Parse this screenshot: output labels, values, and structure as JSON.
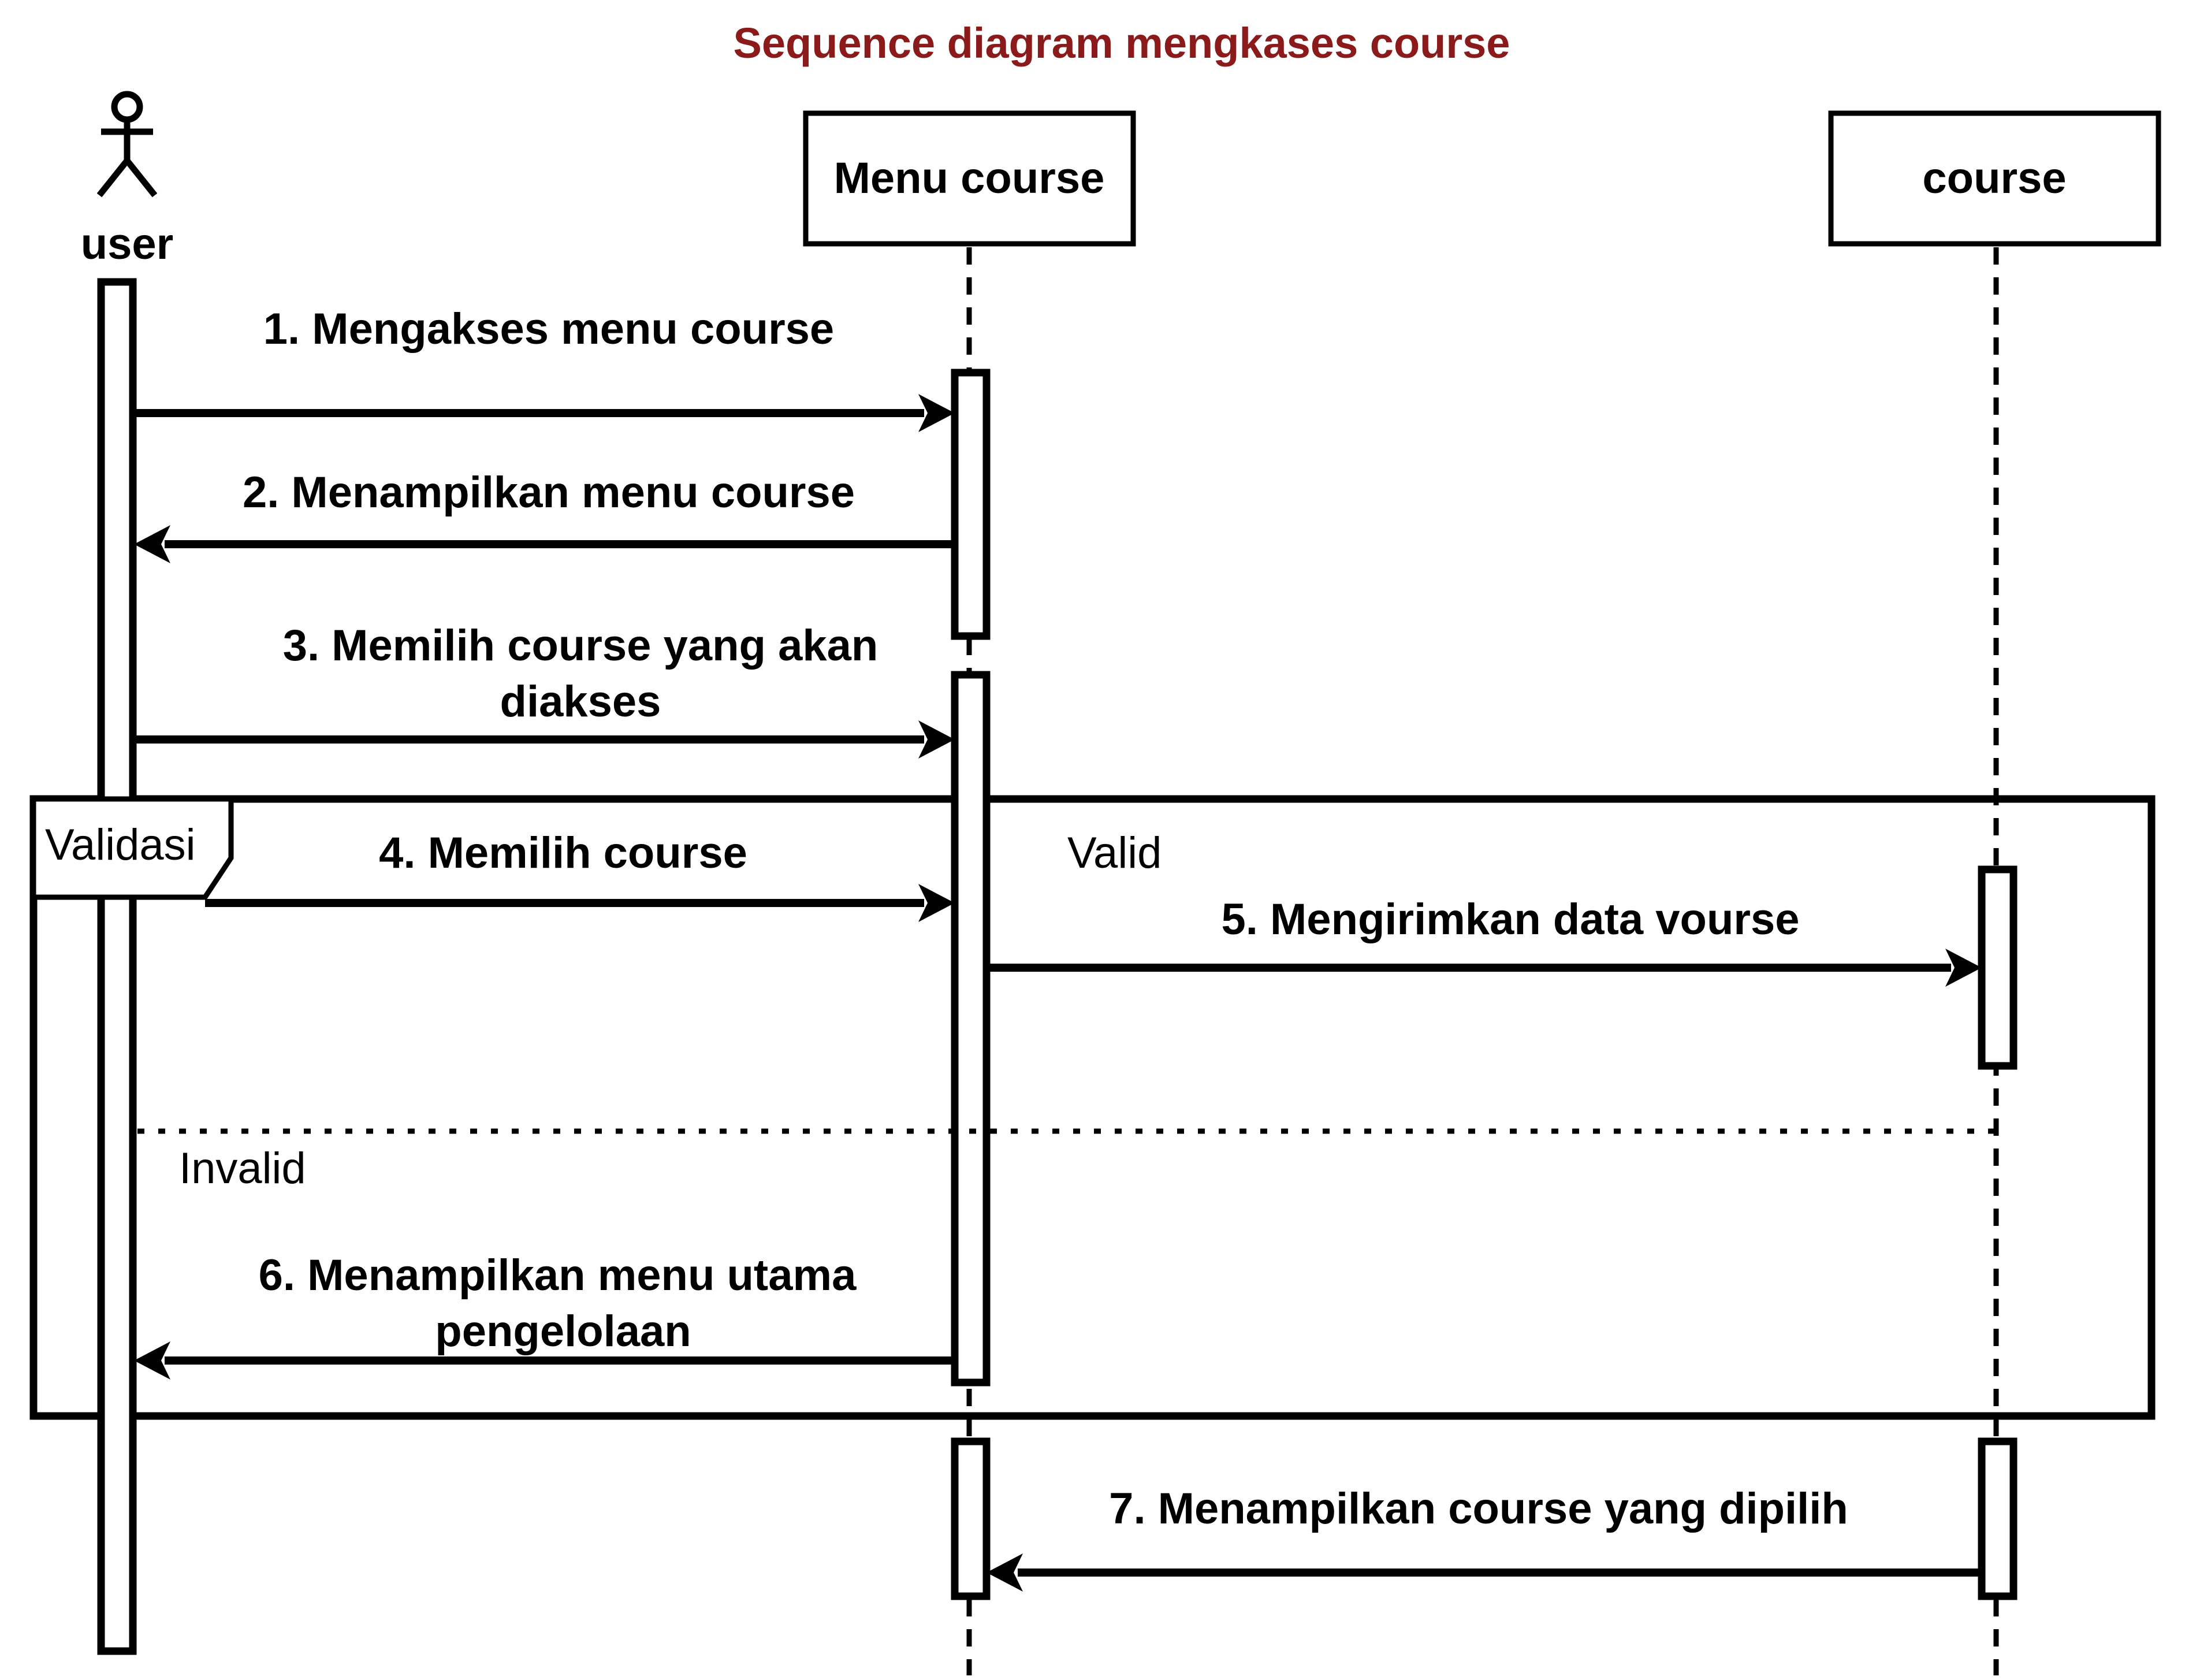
{
  "title": "Sequence diagram mengkases course",
  "colors": {
    "title": "#8b1a1a",
    "lines": "#000000",
    "background": "#ffffff"
  },
  "participants": {
    "user": "user",
    "menu": "Menu course",
    "course": "course"
  },
  "fragment": {
    "label": "Validasi",
    "guard_valid": "Valid",
    "guard_invalid": "Invalid"
  },
  "messages": [
    {
      "id": "m1",
      "from": "user",
      "to": "Menu course",
      "lines": [
        "1. Mengakses menu course"
      ]
    },
    {
      "id": "m2",
      "from": "Menu course",
      "to": "user",
      "lines": [
        "2. Menampilkan menu course"
      ]
    },
    {
      "id": "m3",
      "from": "user",
      "to": "Menu course",
      "lines": [
        "3. Memilih course yang akan",
        "diakses"
      ]
    },
    {
      "id": "m4",
      "from": "user",
      "to": "Menu course",
      "lines": [
        "4. Memilih course"
      ]
    },
    {
      "id": "m5",
      "from": "Menu course",
      "to": "course",
      "lines": [
        "5. Mengirimkan data vourse"
      ]
    },
    {
      "id": "m6",
      "from": "Menu course",
      "to": "user",
      "lines": [
        "6. Menampilkan menu utama",
        "pengelolaan"
      ]
    },
    {
      "id": "m7",
      "from": "course",
      "to": "Menu course",
      "lines": [
        "7. Menampilkan course yang dipilih"
      ]
    }
  ]
}
